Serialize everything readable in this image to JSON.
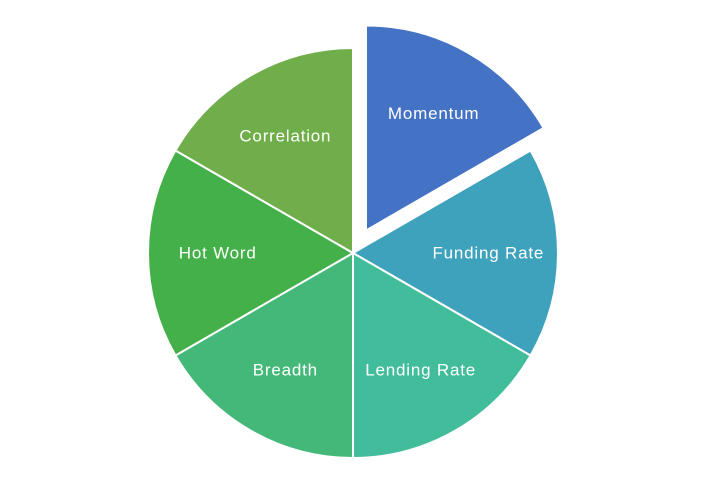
{
  "chart_data": {
    "type": "pie",
    "title": "",
    "labels": [
      "Momentum",
      "Funding Rate",
      "Lending Rate",
      "Breadth",
      "Hot Word",
      "Correlation"
    ],
    "values": [
      16.67,
      16.67,
      16.67,
      16.67,
      16.67,
      16.67
    ],
    "series_note": "six equal slices, no numeric data labels shown",
    "colors": [
      "#4472C4",
      "#3FA2BD",
      "#41BD9B",
      "#44B878",
      "#44B04A",
      "#6FAE4A"
    ],
    "slice_border_color": "#FFFFFF",
    "label_color": "#FFFFFF",
    "exploded_slice": "Momentum",
    "start_angle_deg": 0,
    "direction": "clockwise",
    "legend": "none",
    "background": "#FFFFFF"
  }
}
